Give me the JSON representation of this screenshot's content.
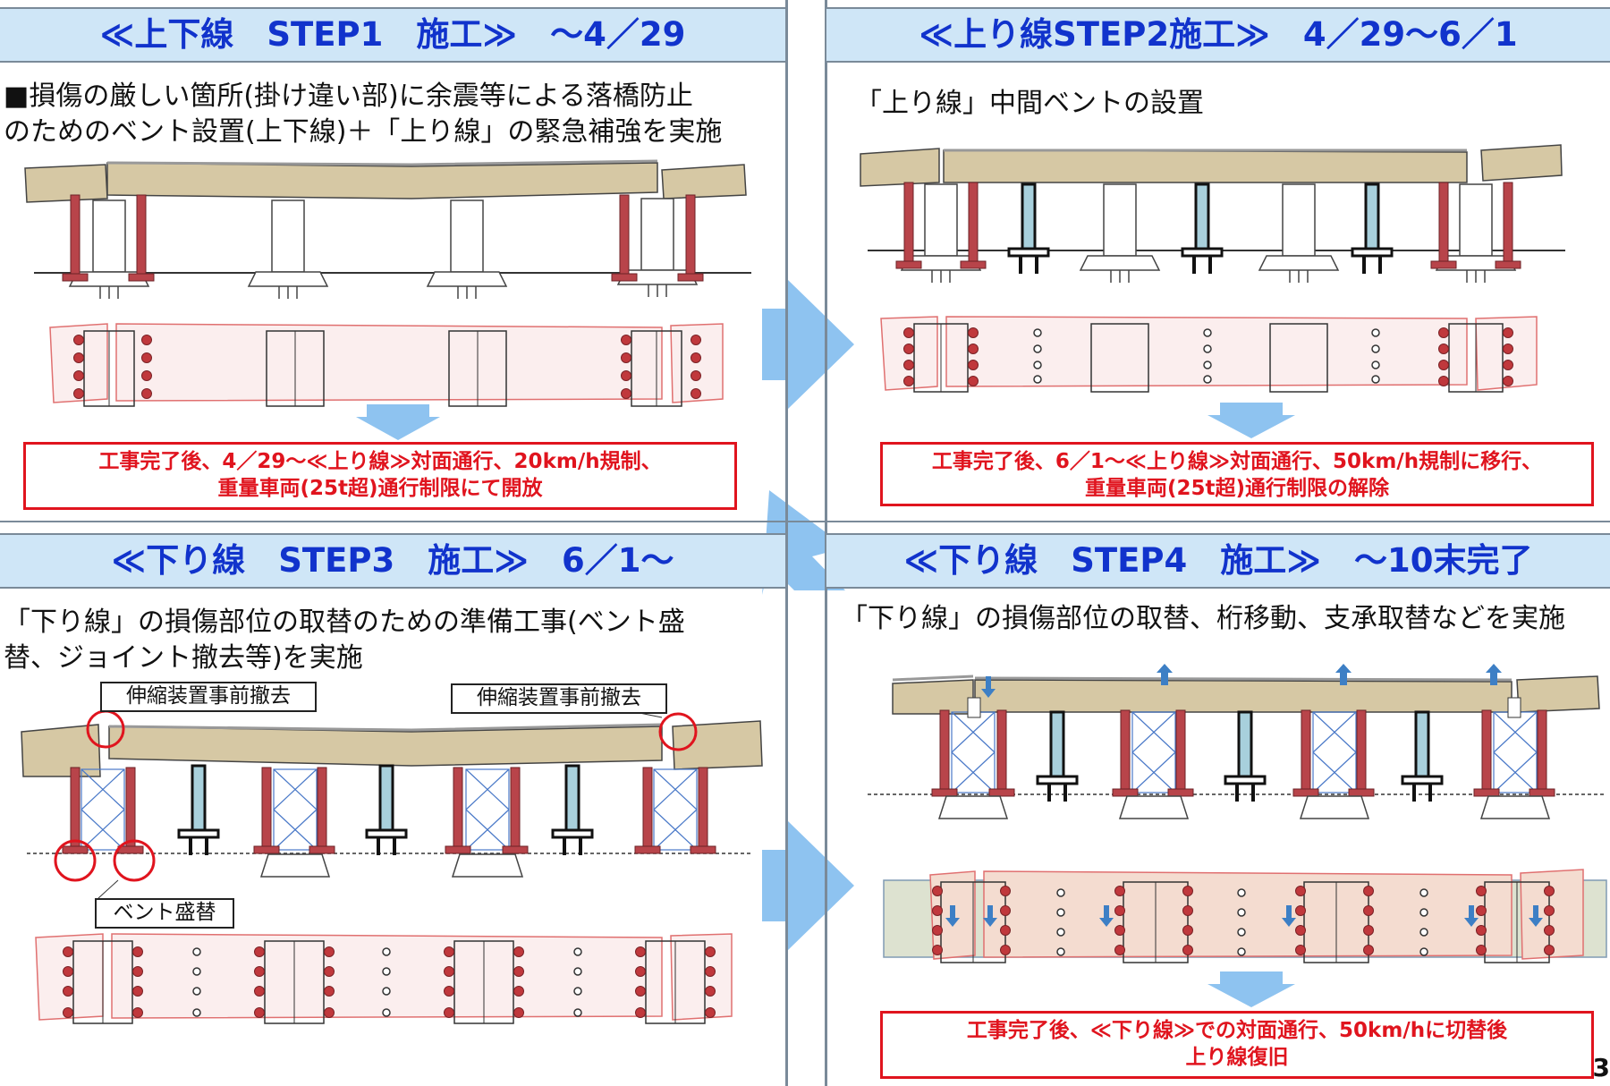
{
  "panels": {
    "step1": {
      "title": "≪上下線　STEP1　施工≫　～4／29",
      "desc_line1": "■損傷の厳しい箇所(掛け違い部)に余震等による落橋防止",
      "desc_line2": "のためのベント設置(上下線)＋「上り線」の緊急補強を実施",
      "note_line1": "工事完了後、4／29～≪上り線≫対面通行、20km/h規制、",
      "note_line2": "重量車両(25t超)通行制限にて開放"
    },
    "step2": {
      "title": "≪上り線STEP2施工≫　4／29～6／1",
      "desc_line1": "「上り線」中間ベントの設置",
      "note_line1": "工事完了後、6／1～≪上り線≫対面通行、50km/h規制に移行、",
      "note_line2": "重量車両(25t超)通行制限の解除"
    },
    "step3": {
      "title": "≪下り線　STEP3　施工≫　6／1～",
      "desc_line1": "「下り線」の損傷部位の取替のための準備工事(ベント盛",
      "desc_line2": "替、ジョイント撤去等)を実施",
      "callout_left": "伸縮装置事前撤去",
      "callout_right": "伸縮装置事前撤去",
      "callout_bent": "ベント盛替"
    },
    "step4": {
      "title": "≪下り線　STEP4　施工≫　～10末完了",
      "desc_line1": "「下り線」の損傷部位の取替、桁移動、支承取替などを実施",
      "note_line1": "工事完了後、≪下り線≫での対面通行、50km/hに切替後",
      "note_line2": "上り線復旧"
    }
  },
  "page_number": "3",
  "colors": {
    "header_bg": "#cfe6f7",
    "header_text": "#1133cc",
    "note_border": "#e0141e",
    "arrow": "#8ec3f0",
    "deck": "#d6c8a4",
    "bent_red": "#b8444a",
    "bent_blue": "#a8d0dc"
  }
}
